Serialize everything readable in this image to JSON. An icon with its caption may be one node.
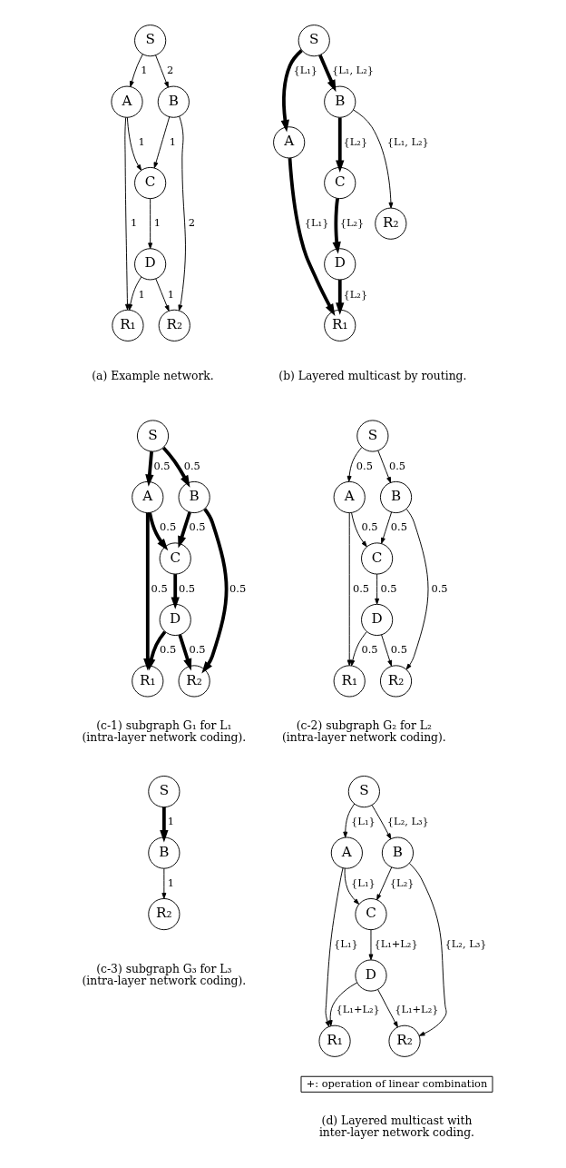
{
  "diagram": {
    "nodes": [
      {
        "text": [
          "S"
        ]
      },
      {
        "text": [
          "A"
        ]
      },
      {
        "text": [
          "B"
        ]
      },
      {
        "text": [
          "C"
        ]
      },
      {
        "text": [
          "D"
        ]
      },
      {
        "text": [
          "R₁"
        ]
      },
      {
        "text": [
          "R₂"
        ]
      },
      {
        "text": [
          "S"
        ]
      },
      {
        "text": [
          "A"
        ]
      },
      {
        "text": [
          "B"
        ]
      },
      {
        "text": [
          "C"
        ]
      },
      {
        "text": [
          "D"
        ]
      },
      {
        "text": [
          "R₁"
        ]
      },
      {
        "text": [
          "R₂"
        ]
      },
      {
        "text": [
          "S"
        ]
      },
      {
        "text": [
          "A"
        ]
      },
      {
        "text": [
          "B"
        ]
      },
      {
        "text": [
          "C"
        ]
      },
      {
        "text": [
          "D"
        ]
      },
      {
        "text": [
          "R₁"
        ]
      },
      {
        "text": [
          "R₂"
        ]
      },
      {
        "text": [
          "S"
        ]
      },
      {
        "text": [
          "A"
        ]
      },
      {
        "text": [
          "B"
        ]
      },
      {
        "text": [
          "C"
        ]
      },
      {
        "text": [
          "D"
        ]
      },
      {
        "text": [
          "R₁"
        ]
      },
      {
        "text": [
          "R₂"
        ]
      },
      {
        "text": [
          "S"
        ]
      },
      {
        "text": [
          "B"
        ]
      },
      {
        "text": [
          "R₂"
        ]
      },
      {
        "text": [
          "S"
        ]
      },
      {
        "text": [
          "A"
        ]
      },
      {
        "text": [
          "B"
        ]
      },
      {
        "text": [
          "C"
        ]
      },
      {
        "text": [
          "D"
        ]
      },
      {
        "text": [
          "R₁"
        ]
      },
      {
        "text": [
          "R₂"
        ]
      },
      {
        "text": [
          "+: operation of linear combination"
        ]
      }
    ],
    "edges": [
      {
        "from": 0,
        "to": 1,
        "arrow": "to",
        "label": "1"
      },
      {
        "from": 0,
        "to": 2,
        "arrow": "to",
        "label": "2"
      },
      {
        "from": 1,
        "to": 3,
        "arrow": "to",
        "label": "1"
      },
      {
        "from": 2,
        "to": 3,
        "arrow": "to",
        "label": "1"
      },
      {
        "from": 1,
        "to": 5,
        "arrow": "to",
        "label": "1"
      },
      {
        "from": 3,
        "to": 4,
        "arrow": "to",
        "label": "1"
      },
      {
        "from": 2,
        "to": 6,
        "arrow": "to",
        "label": "2"
      },
      {
        "from": 4,
        "to": 5,
        "arrow": "to",
        "label": "1"
      },
      {
        "from": 4,
        "to": 6,
        "arrow": "to",
        "label": "1"
      },
      {
        "from": 7,
        "to": 8,
        "arrow": "to",
        "label": "{L₁}",
        "style": "thick"
      },
      {
        "from": 7,
        "to": 9,
        "arrow": "to",
        "label": "{L₁, L₂}",
        "style": "thick"
      },
      {
        "from": 9,
        "to": 10,
        "arrow": "to",
        "label": "{L₂}",
        "style": "thick"
      },
      {
        "from": 8,
        "to": 12,
        "arrow": "to",
        "label": "{L₁}",
        "style": "thick"
      },
      {
        "from": 10,
        "to": 11,
        "arrow": "to",
        "label": "{L₂}",
        "style": "thick"
      },
      {
        "from": 9,
        "to": 13,
        "arrow": "to",
        "label": "{L₁, L₂}"
      },
      {
        "from": 11,
        "to": 12,
        "arrow": "to",
        "label": "{L₂}",
        "style": "thick"
      },
      {
        "from": 14,
        "to": 15,
        "arrow": "to",
        "label": "0.5",
        "style": "thick"
      },
      {
        "from": 14,
        "to": 16,
        "arrow": "to",
        "label": "0.5",
        "style": "thick"
      },
      {
        "from": 15,
        "to": 17,
        "arrow": "to",
        "label": "0.5",
        "style": "thick"
      },
      {
        "from": 16,
        "to": 17,
        "arrow": "to",
        "label": "0.5",
        "style": "thick"
      },
      {
        "from": 15,
        "to": 19,
        "arrow": "to",
        "label": "0.5",
        "style": "thick"
      },
      {
        "from": 17,
        "to": 18,
        "arrow": "to",
        "label": "0.5",
        "style": "thick"
      },
      {
        "from": 16,
        "to": 20,
        "arrow": "to",
        "label": "0.5",
        "style": "thick"
      },
      {
        "from": 18,
        "to": 19,
        "arrow": "to",
        "label": "0.5",
        "style": "thick"
      },
      {
        "from": 18,
        "to": 20,
        "arrow": "to",
        "label": "0.5",
        "style": "thick"
      },
      {
        "from": 21,
        "to": 22,
        "arrow": "to",
        "label": "0.5"
      },
      {
        "from": 21,
        "to": 23,
        "arrow": "to",
        "label": "0.5"
      },
      {
        "from": 22,
        "to": 24,
        "arrow": "to",
        "label": "0.5"
      },
      {
        "from": 23,
        "to": 24,
        "arrow": "to",
        "label": "0.5"
      },
      {
        "from": 22,
        "to": 26,
        "arrow": "to",
        "label": "0.5"
      },
      {
        "from": 24,
        "to": 25,
        "arrow": "to",
        "label": "0.5"
      },
      {
        "from": 23,
        "to": 27,
        "arrow": "to",
        "label": "0.5"
      },
      {
        "from": 25,
        "to": 26,
        "arrow": "to",
        "label": "0.5"
      },
      {
        "from": 25,
        "to": 27,
        "arrow": "to",
        "label": "0.5"
      },
      {
        "from": 28,
        "to": 29,
        "arrow": "to",
        "label": "1",
        "style": "thick"
      },
      {
        "from": 29,
        "to": 30,
        "arrow": "to",
        "label": "1"
      },
      {
        "from": 31,
        "to": 32,
        "arrow": "to",
        "label": "{L₁}"
      },
      {
        "from": 31,
        "to": 33,
        "arrow": "to",
        "label": "{L₂, L₃}"
      },
      {
        "from": 32,
        "to": 34,
        "arrow": "to",
        "label": "{L₁}"
      },
      {
        "from": 33,
        "to": 34,
        "arrow": "to",
        "label": "{L₂}"
      },
      {
        "from": 32,
        "to": 36,
        "arrow": "to",
        "label": "{L₁}"
      },
      {
        "from": 34,
        "to": 35,
        "arrow": "to",
        "label": "{L₁+L₂}"
      },
      {
        "from": 33,
        "to": 37,
        "arrow": "to",
        "label": "{L₂, L₃}"
      },
      {
        "from": 35,
        "to": 36,
        "arrow": "to",
        "label": "{L₁+L₂}"
      },
      {
        "from": 35,
        "to": 37,
        "arrow": "to",
        "label": "{L₁+L₂}"
      }
    ],
    "labels": [
      "(a) Example network.",
      "(b) Layered multicast by routing.",
      "(c-1) subgraph G₁ for L₁ (intra-layer network coding).",
      "(c-2) subgraph G₂ for L₂ (intra-layer network coding).",
      "(c-3) subgraph G₃ for L₃ (intra-layer network coding).",
      "(d) Layered multicast with inter-layer network coding."
    ]
  }
}
